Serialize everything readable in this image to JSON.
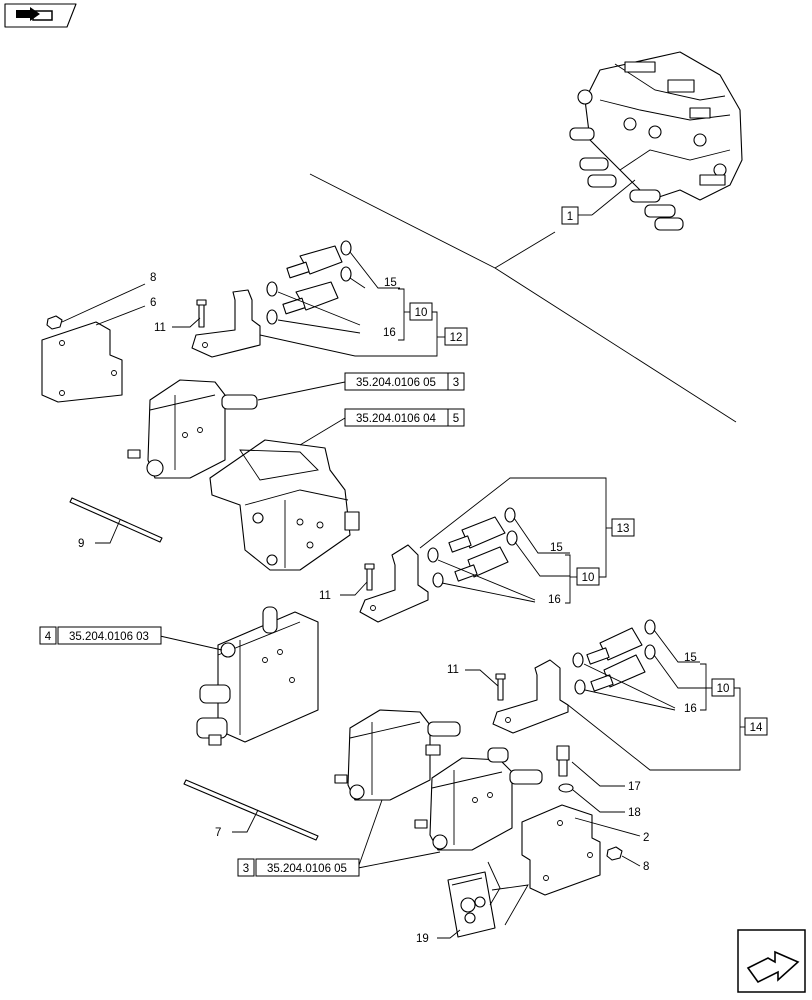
{
  "diagram": {
    "nav": {
      "top_icon": "book-arrow-icon",
      "bottom_icon": "next-page-arrow-icon"
    },
    "labels": {
      "l1": "1",
      "l2": "2",
      "l3a": "3",
      "l3b": "3",
      "l4": "4",
      "l5": "5",
      "l6": "6",
      "l7": "7",
      "l8a": "8",
      "l8b": "8",
      "l9": "9",
      "l10a": "10",
      "l10b": "10",
      "l10c": "10",
      "l11a": "11",
      "l11b": "11",
      "l11c": "11",
      "l12": "12",
      "l13": "13",
      "l14": "14",
      "l15a": "15",
      "l15b": "15",
      "l15c": "15",
      "l16a": "16",
      "l16b": "16",
      "l16c": "16",
      "l17": "17",
      "l18": "18",
      "l19": "19",
      "ref_a": "35.204.0106 05",
      "ref_b": "35.204.0106 04",
      "ref_c": "35.204.0106 03",
      "ref_d": "35.204.0106 05"
    }
  }
}
